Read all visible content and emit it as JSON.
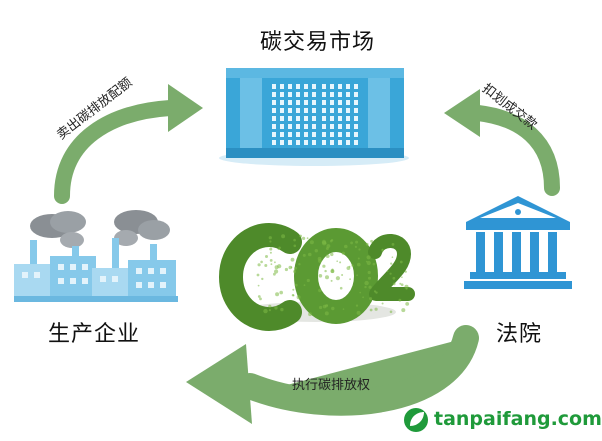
{
  "nodes": {
    "market": "碳交易市场",
    "enterprise": "生产企业",
    "court": "法院"
  },
  "edges": {
    "enterprise_to_market": "卖出碳排放配额",
    "court_to_market": "扣划成交款",
    "court_to_enterprise": "执行碳排放权"
  },
  "center": {
    "co2_main": "CO",
    "co2_sub": "2"
  },
  "watermark": {
    "text": "tanpaifang.com"
  },
  "colors": {
    "arrow_green": "#7bac6c",
    "market_blue": "#3aa6d8",
    "court_blue": "#2f95d4",
    "factory_blue": "#86c9ea",
    "smoke_gray": "#8a8f94",
    "moss_green": "#4e8a2a",
    "watermark_green": "#1f9a3a"
  },
  "icons": [
    "building-icon",
    "factory-icon",
    "courthouse-icon",
    "co2-moss-icon",
    "leaf-icon"
  ]
}
